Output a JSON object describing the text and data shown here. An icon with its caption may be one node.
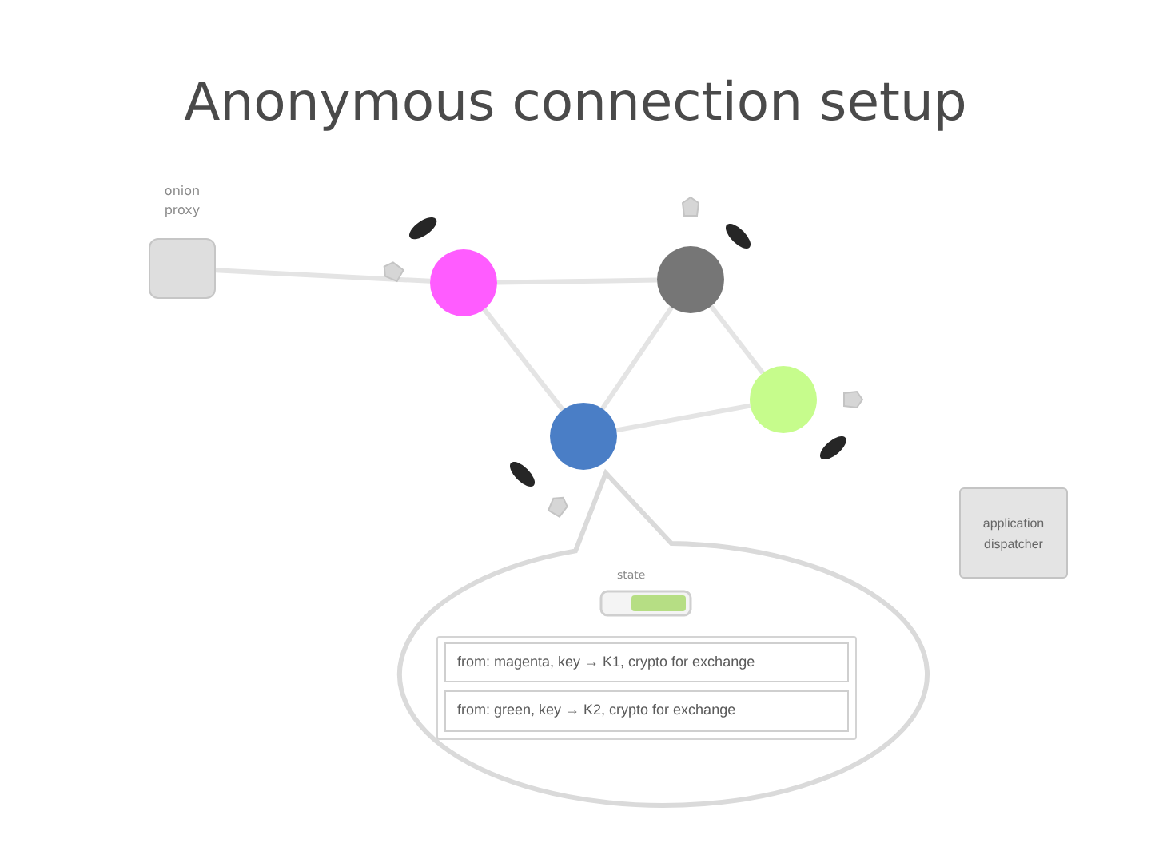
{
  "diagram": {
    "title": "Anonymous connection setup",
    "nodes": [
      {
        "text": [
          "onion proxy"
        ]
      },
      {
        "text": [],
        "shape": "circle"
      },
      {
        "text": [],
        "shape": "circle"
      },
      {
        "text": [],
        "shape": "circle"
      },
      {
        "text": [],
        "shape": "circle"
      },
      {
        "text": [],
        "shape": "ellipse"
      },
      {
        "text": [
          "state"
        ],
        "in": 5
      },
      {
        "text": [
          "from: magenta, key → K1, crypto for exchange"
        ],
        "in": 5
      },
      {
        "text": [
          "from: green, key → K2, crypto for exchange"
        ],
        "in": 5
      },
      {
        "text": [
          "application dispatcher"
        ]
      }
    ],
    "edges": [
      {
        "from": 0,
        "to": 1,
        "arrow": "none"
      },
      {
        "from": 1,
        "to": 2,
        "arrow": "none"
      },
      {
        "from": 1,
        "to": 4,
        "arrow": "none"
      },
      {
        "from": 2,
        "to": 4,
        "arrow": "none"
      },
      {
        "from": 2,
        "to": 3,
        "arrow": "none"
      },
      {
        "from": 4,
        "to": 3,
        "arrow": "none"
      }
    ]
  }
}
